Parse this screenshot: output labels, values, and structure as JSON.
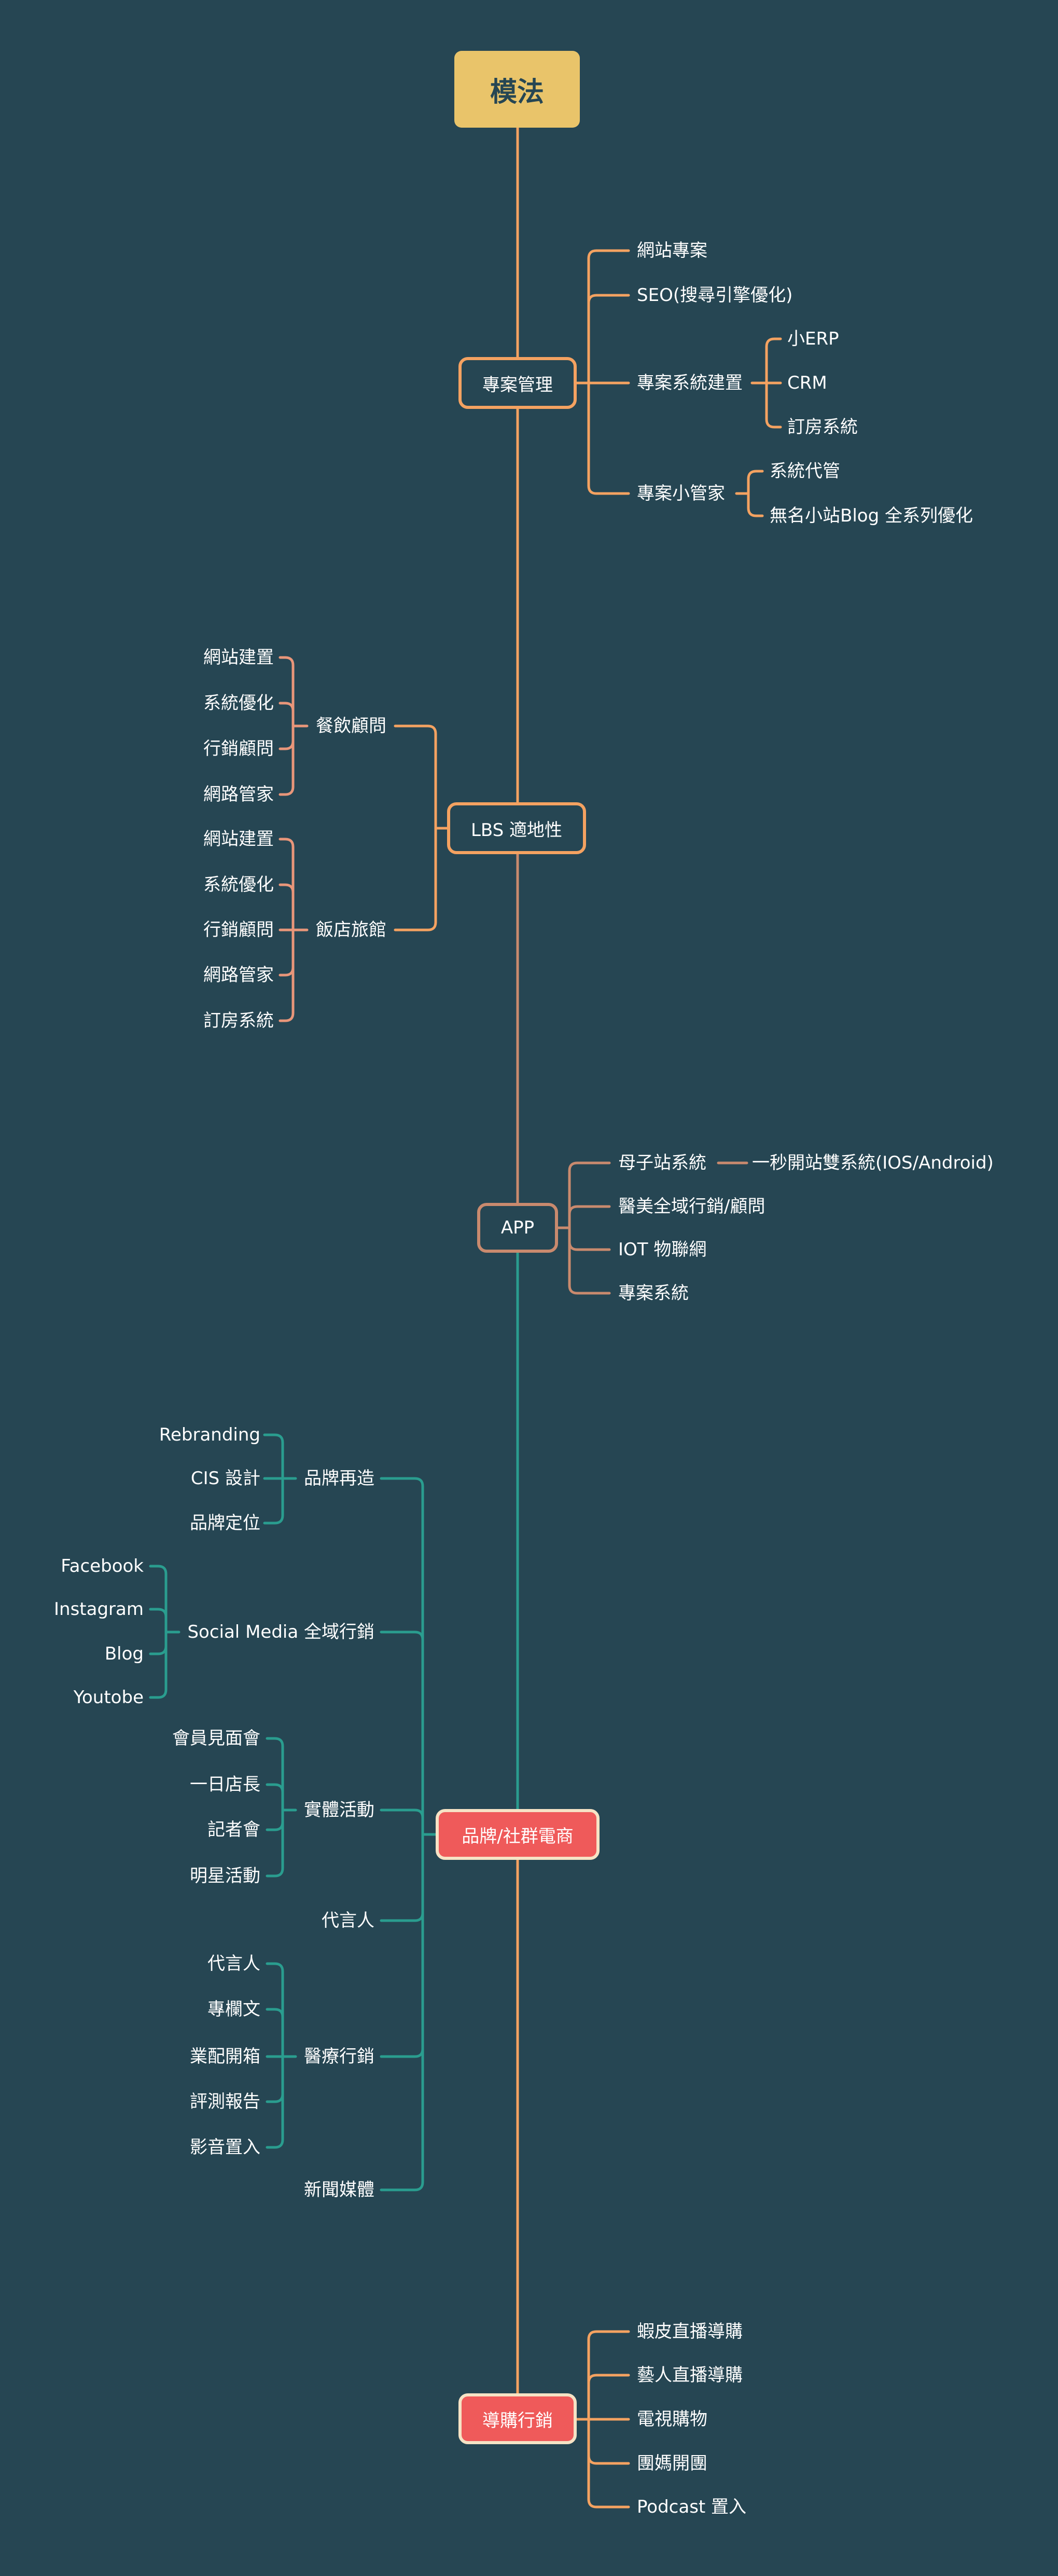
{
  "root": "模法",
  "branches": {
    "pm": {
      "label": "專案管理",
      "website": "網站專案",
      "seo": "SEO(搜尋引擎優化)",
      "system": "專案系統建置",
      "system_items": [
        "小ERP",
        "CRM",
        "訂房系統"
      ],
      "butler": "專案小管家",
      "butler_items": [
        "系統代管",
        "無名小站Blog 全系列優化"
      ]
    },
    "lbs": {
      "label": "LBS 適地性",
      "restaurant": "餐飲顧問",
      "restaurant_items": [
        "網站建置",
        "系統優化",
        "行銷顧問",
        "網路管家"
      ],
      "hotel": "飯店旅館",
      "hotel_items": [
        "網站建置",
        "系統優化",
        "行銷顧問",
        "網路管家",
        "訂房系統"
      ]
    },
    "app": {
      "label": "APP",
      "mother": "母子站系統",
      "mother_child": "一秒開站雙系統(IOS/Android)",
      "items": [
        "醫美全域行銷/顧問",
        "IOT 物聯網",
        "專案系統"
      ]
    },
    "brand": {
      "label": "品牌/社群電商",
      "rebrand": "品牌再造",
      "rebrand_items": [
        "Rebranding",
        "CIS 設計",
        "品牌定位"
      ],
      "social": "Social Media 全域行銷",
      "social_items": [
        "Facebook",
        "Instagram",
        "Blog",
        "Youtobe"
      ],
      "events": "實體活動",
      "events_items": [
        "會員見面會",
        "一日店長",
        "記者會",
        "明星活動"
      ],
      "spokes": "代言人",
      "medical": "醫療行銷",
      "medical_items": [
        "代言人",
        "專欄文",
        "業配開箱",
        "評測報告",
        "影音置入"
      ],
      "news": "新聞媒體"
    },
    "shop": {
      "label": "導購行銷",
      "items": [
        "蝦皮直播導購",
        "藝人直播導購",
        "電視購物",
        "團媽開團",
        "Podcast  置入"
      ]
    }
  },
  "colors": {
    "background": "#264653",
    "root": "#E9C46A",
    "orange": "#F4A261",
    "salmon": "#E9967A",
    "brown": "#C98A6E",
    "teal": "#2A9D8F",
    "red": "#EF5A5A"
  }
}
